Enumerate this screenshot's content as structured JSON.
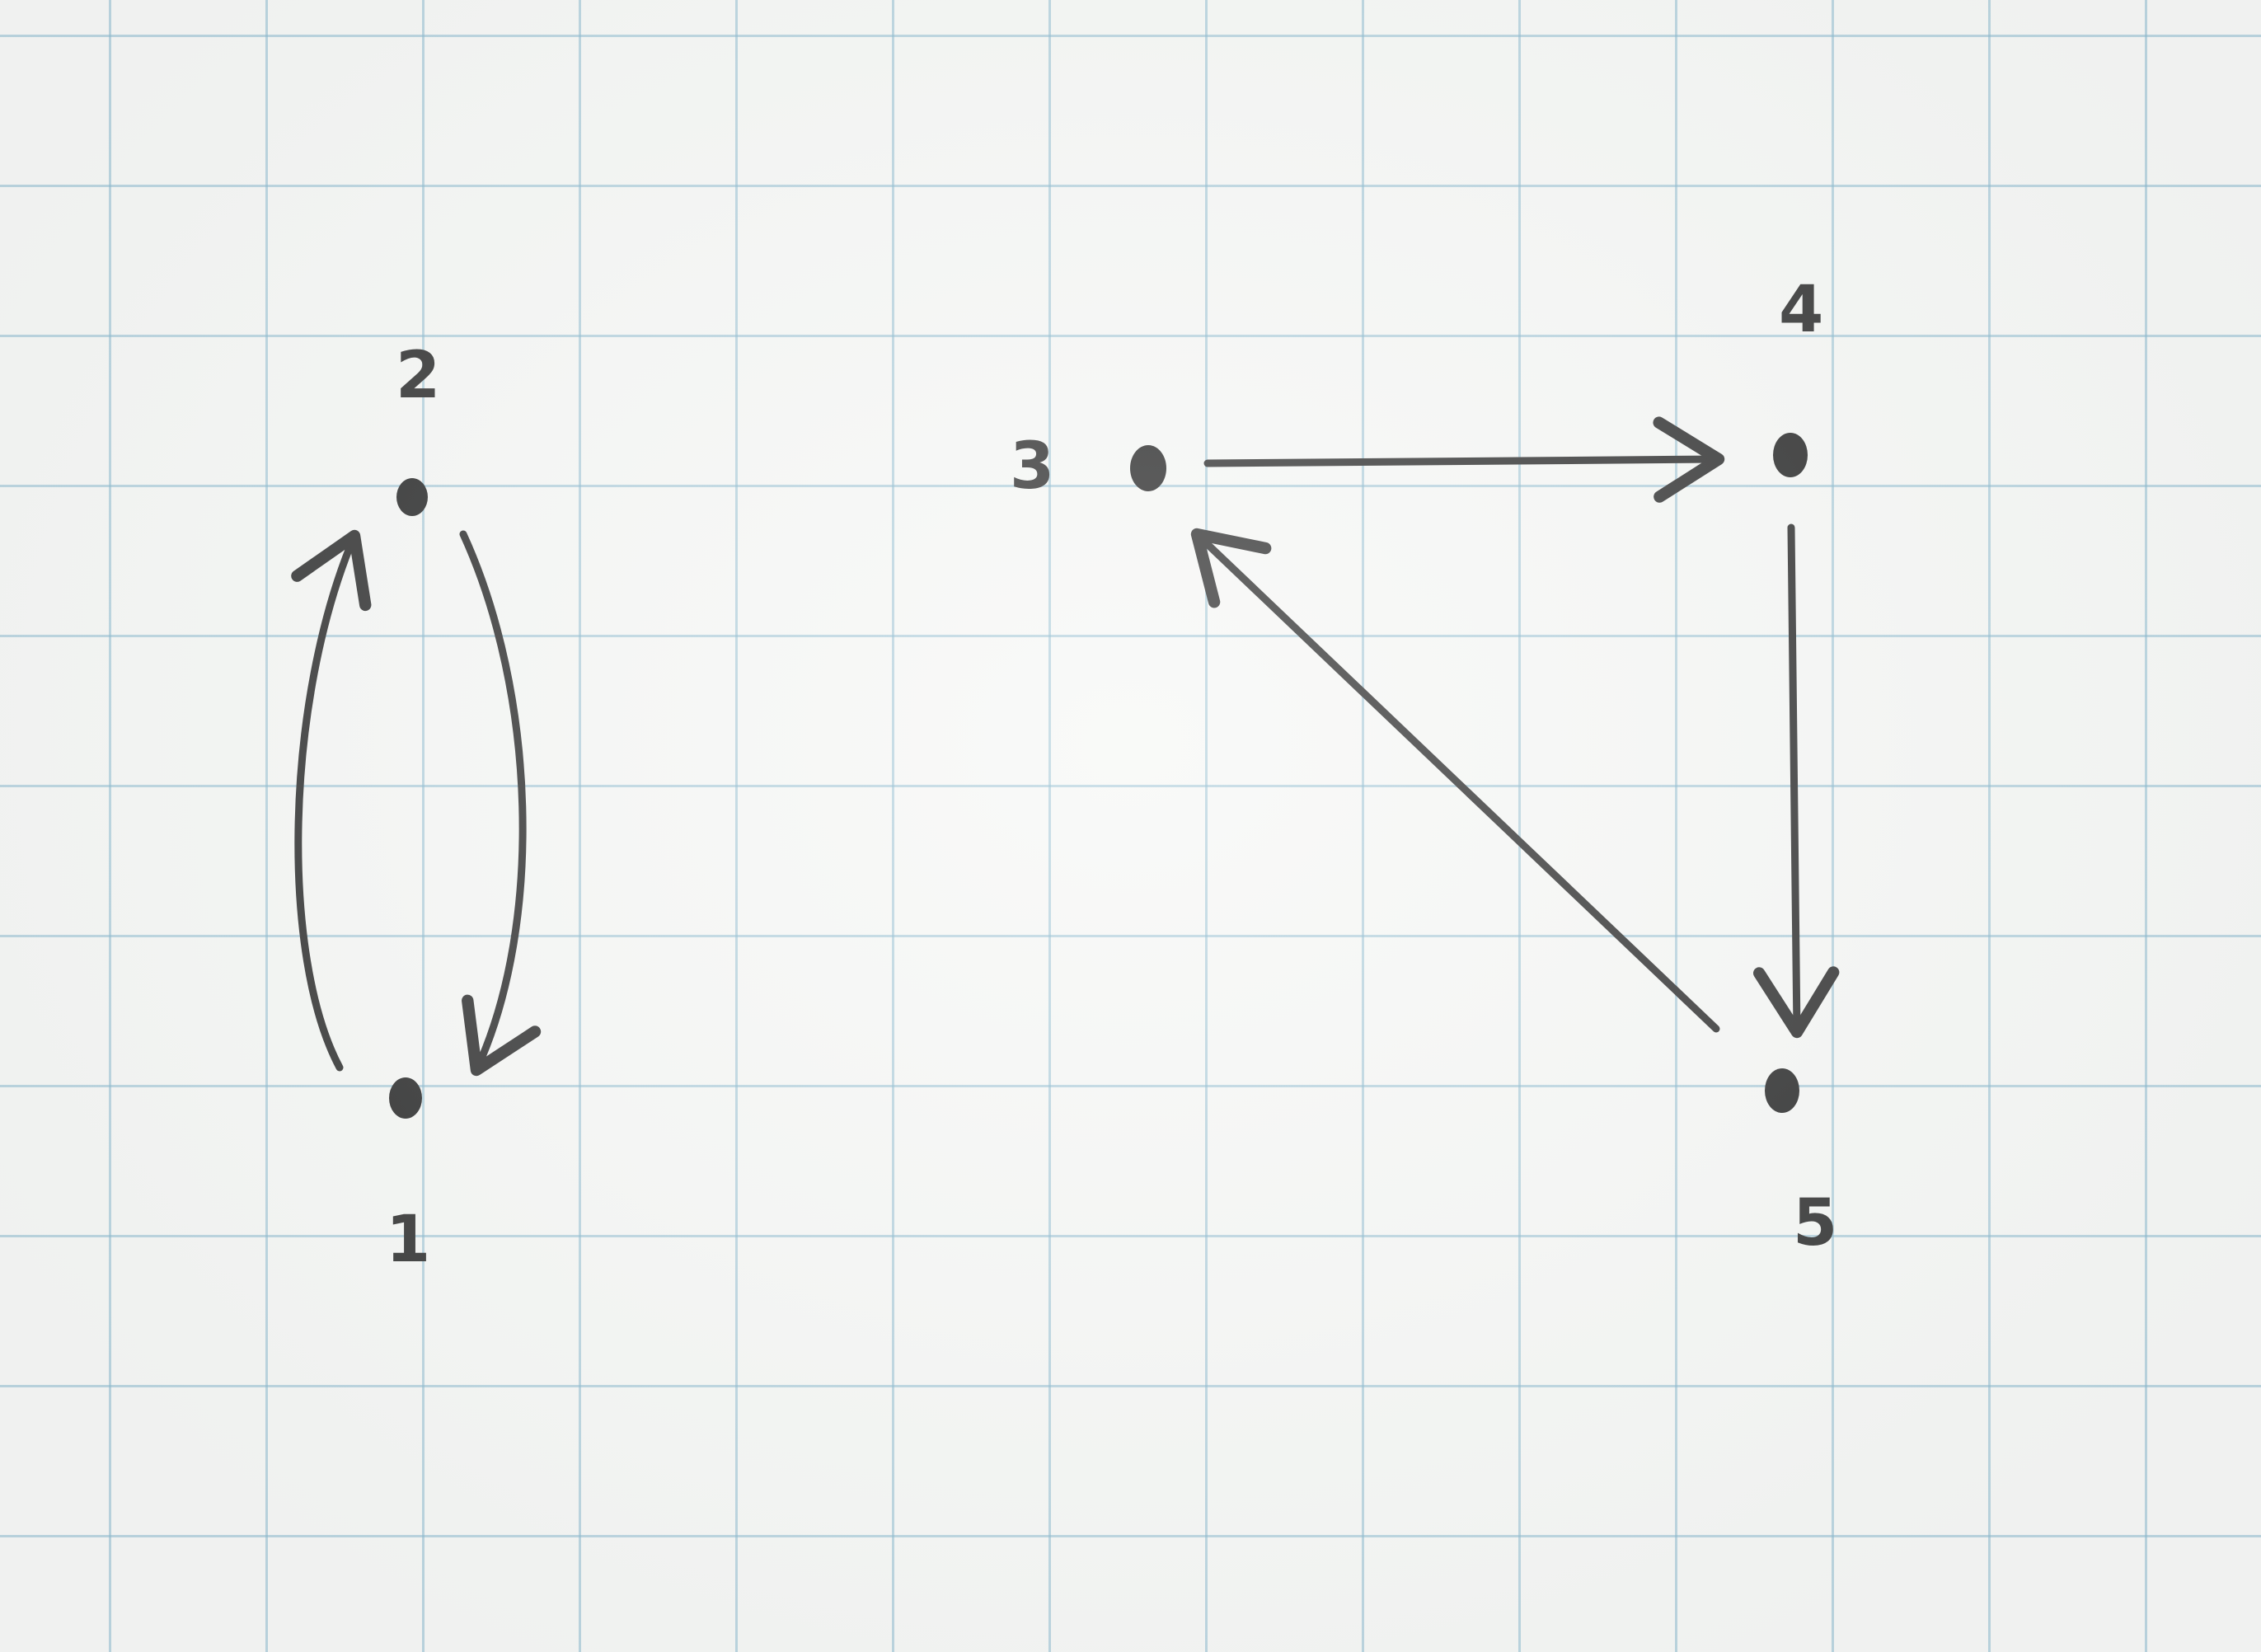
{
  "graph": {
    "type": "directed",
    "nodes": [
      {
        "id": "1",
        "label": "1"
      },
      {
        "id": "2",
        "label": "2"
      },
      {
        "id": "3",
        "label": "3"
      },
      {
        "id": "4",
        "label": "4"
      },
      {
        "id": "5",
        "label": "5"
      }
    ],
    "edges": [
      {
        "from": "1",
        "to": "2"
      },
      {
        "from": "2",
        "to": "1"
      },
      {
        "from": "3",
        "to": "4"
      },
      {
        "from": "4",
        "to": "5"
      },
      {
        "from": "5",
        "to": "3"
      }
    ]
  },
  "colors": {
    "ink": "#1c1c1c",
    "grid": "#78afc8",
    "paper": "#f6f7f5"
  }
}
